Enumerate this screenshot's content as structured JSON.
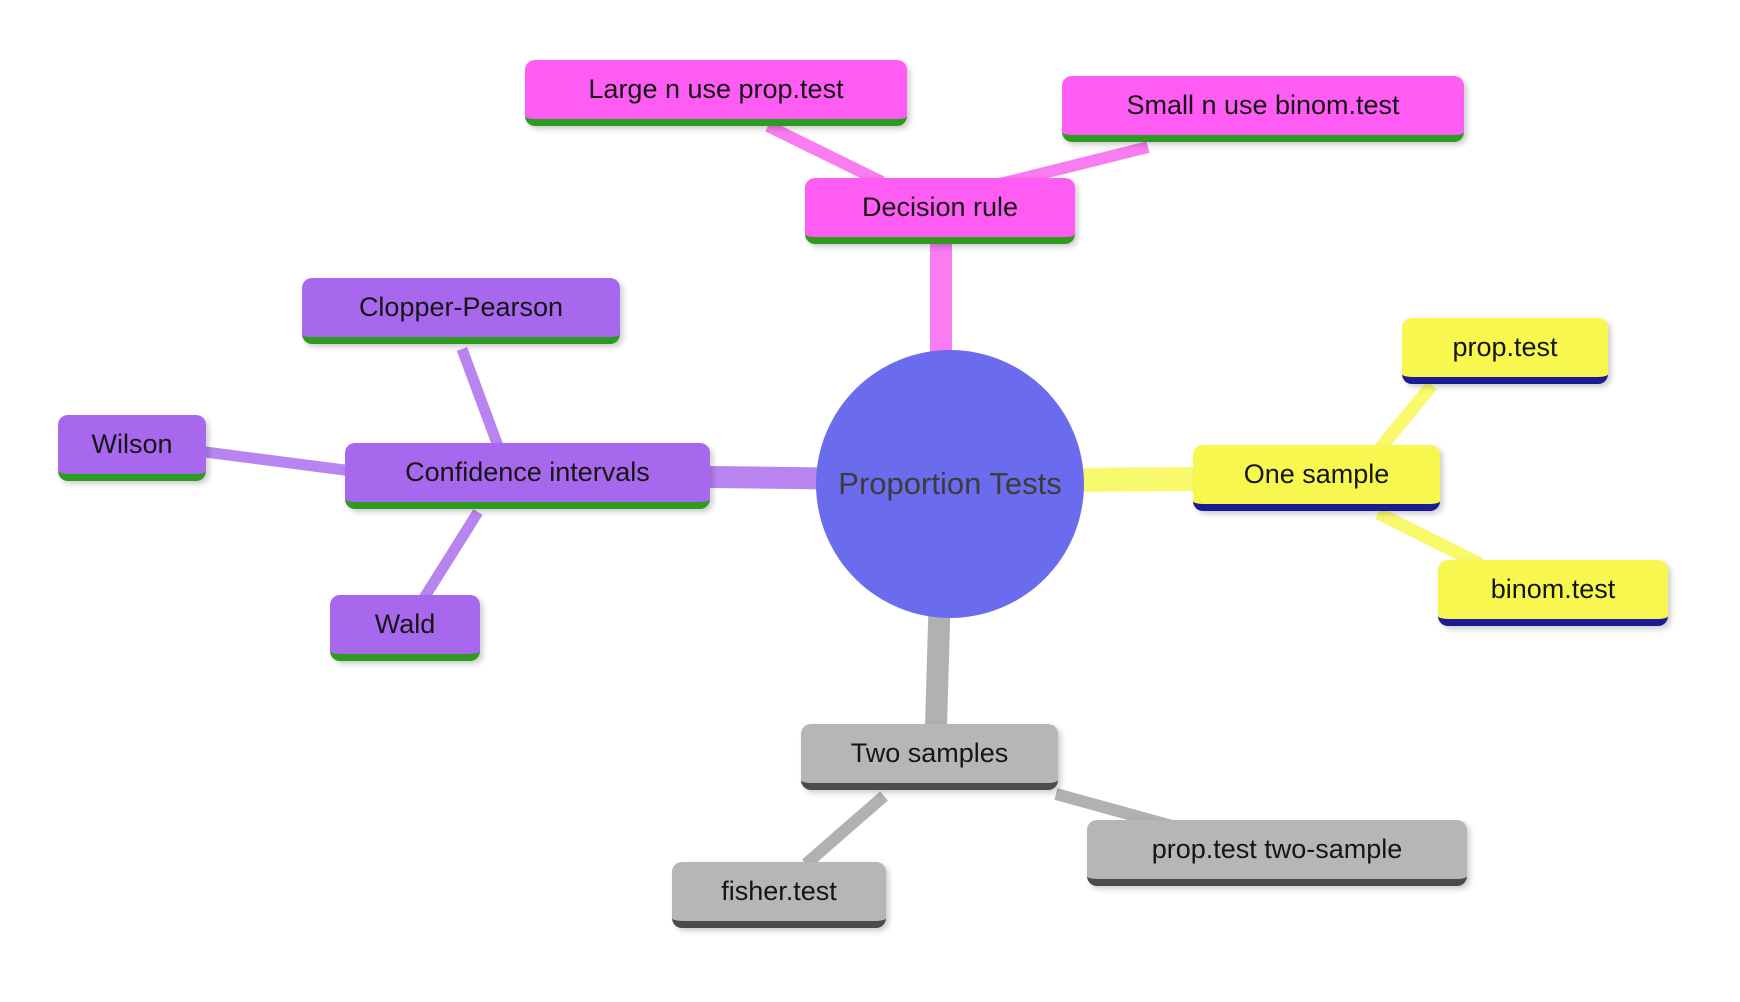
{
  "diagram": {
    "type": "mindmap",
    "background": "#ffffff",
    "center": {
      "label": "Proportion Tests",
      "fill": "#6b6bee",
      "text_color": "#3c3c3c"
    },
    "branches": [
      {
        "name": "decision-rule",
        "fill": "#ff5cf3",
        "edge": "#f97cf1",
        "underline": "#2d9b20",
        "root": {
          "label": "Decision rule"
        },
        "children": [
          {
            "label": "Large n use prop.test"
          },
          {
            "label": "Small n use binom.test"
          }
        ]
      },
      {
        "name": "confidence-intervals",
        "fill": "#a868ee",
        "edge": "#b885f0",
        "underline": "#2d9b20",
        "root": {
          "label": "Confidence intervals"
        },
        "children": [
          {
            "label": "Clopper-Pearson"
          },
          {
            "label": "Wilson"
          },
          {
            "label": "Wald"
          }
        ]
      },
      {
        "name": "one-sample",
        "fill": "#f7f750",
        "edge": "#f9f96e",
        "underline": "#1b1b96",
        "root": {
          "label": "One sample"
        },
        "children": [
          {
            "label": "prop.test"
          },
          {
            "label": "binom.test"
          }
        ]
      },
      {
        "name": "two-samples",
        "fill": "#b6b6b6",
        "edge": "#b1b1b1",
        "underline": "#4b4b4b",
        "root": {
          "label": "Two samples"
        },
        "children": [
          {
            "label": "fisher.test"
          },
          {
            "label": "prop.test two-sample"
          }
        ]
      }
    ]
  }
}
